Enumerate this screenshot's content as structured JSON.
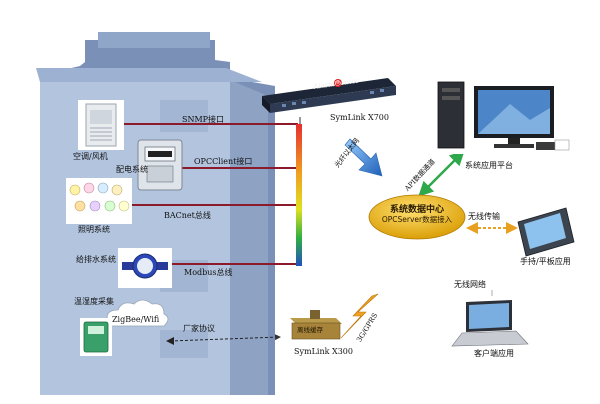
{
  "building": {
    "hvac_label": "空调/风机",
    "power_label": "配电系统",
    "lighting_label": "照明系统",
    "water_label": "给排水系统",
    "temp_label": "温湿度采集",
    "zigbee_label": "ZigBee/Wifi"
  },
  "buses": {
    "snmp": "SNMP接口",
    "opc": "OPCClient接口",
    "bacnet": "BACnet总线",
    "modbus": "Modbus总线",
    "vendor": "厂家协议"
  },
  "devices": {
    "x700_panel_text": "AlarmCenter",
    "x700_label": "SymLink X700",
    "x300_box_text": "离线缓存",
    "x300_label": "SymLink X300"
  },
  "links": {
    "ethernet": "光纤以太网",
    "api": "API数据通道",
    "wireless_transfer": "无线传输",
    "gprs": "3G/GPRS",
    "wireless_net": "无线网络"
  },
  "center": {
    "title": "系统数据中心",
    "subtitle": "OPCServer数据接入"
  },
  "apps": {
    "platform": "系统应用平台",
    "handheld": "手持/平板应用",
    "client": "客户端应用"
  },
  "colors": {
    "building_face": "#a9bcd8",
    "building_side": "#8ea3c4",
    "bus_line": "#8b1a2a",
    "center_fill": "#f0b400",
    "arrow_blue": "#3a7fd0",
    "arrow_green": "#2ea84a",
    "arrow_orange": "#e8a020"
  }
}
